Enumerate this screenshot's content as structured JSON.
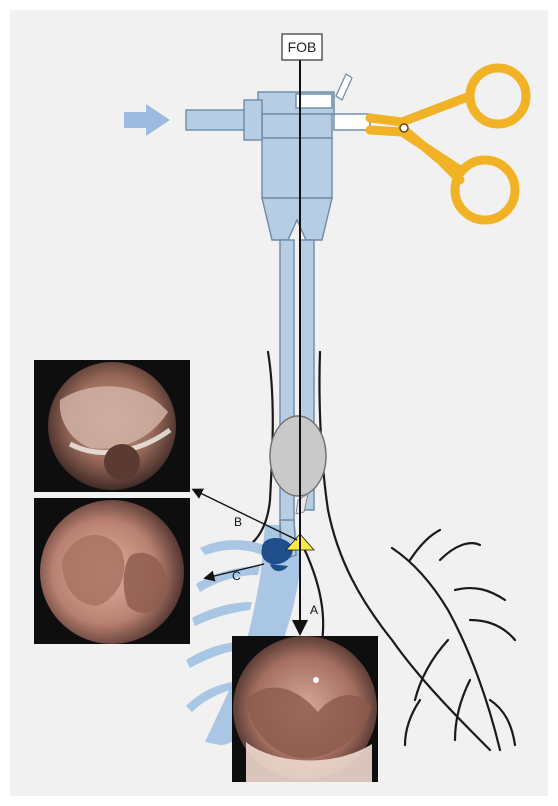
{
  "diagram": {
    "fob_label": "FOB",
    "arrow_labels": {
      "a": "A",
      "b": "B",
      "c": "C"
    }
  },
  "colors": {
    "background_panel": "#f1f1f1",
    "tube_fill": "#b7cde3",
    "tube_stroke": "#6d8aa7",
    "airway_fill": "#a9c7e4",
    "flow_arrow": "#9dbbe0",
    "forceps": "#f1b325",
    "cuff": "#c9c9c9",
    "blocker": "#1f4f8a",
    "marker_triangle": "#ffe84a",
    "outline": "#1a1a1a"
  },
  "icons": [
    "flow-arrow-icon",
    "forceps-icon",
    "warning-triangle-icon"
  ]
}
